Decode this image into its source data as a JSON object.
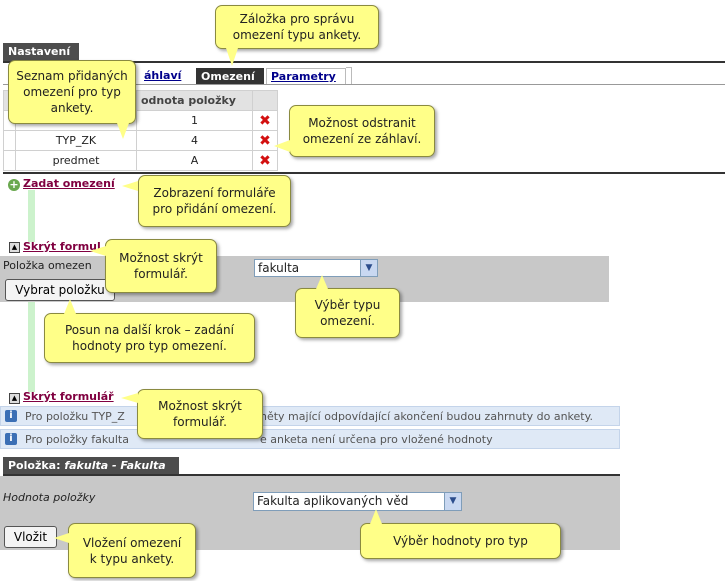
{
  "settings": {
    "header": "Nastavení",
    "tabs": [
      {
        "label": "Záhlaví",
        "visible_label": "áhlaví"
      },
      {
        "label": "Omezení"
      },
      {
        "label": "Parametry"
      }
    ],
    "table": {
      "column_value_header": "Hodnota položky",
      "column_value_header_visible": "odnota položky",
      "rows": [
        {
          "name": "",
          "value": "1"
        },
        {
          "name": "TYP_ZK",
          "value": "4"
        },
        {
          "name": "predmet",
          "value": "A"
        }
      ]
    },
    "add_link": "Zadat omezení"
  },
  "form1": {
    "hide_link": "Skrýt formulář",
    "hide_link_visible": "Skrýt formul",
    "field_label": "Položka omezení:",
    "field_label_visible": "Položka omezen",
    "select_value": "fakulta",
    "button": "Vybrat položku",
    "button_visible": "Vybrat položku"
  },
  "form2": {
    "hide_link": "Skrýt formulář",
    "info_rows": [
      {
        "left": "Pro položku TYP_Z",
        "right": "něty mající odpovídající akončení budou zahrnuty do ankety."
      },
      {
        "left": "Pro položky fakulta",
        "right": "e anketa není určena pro vložené hodnoty"
      }
    ],
    "section_header_prefix": "Položka:",
    "section_header_value": "fakulta - Fakulta",
    "field_label": "Hodnota položky",
    "select_value": "Fakulta aplikovaných věd",
    "button": "Vložit"
  },
  "callouts": {
    "tab_mgmt": "Záložka pro správu\nomezení typu ankety.",
    "list": "Seznam přidaných\nomezení pro typ\nankety.",
    "remove": "Možnost odstranit\nomezení ze záhlaví.",
    "show_form": "Zobrazení formuláře\npro přidání omezení.",
    "hide_form1": "Možnost skrýt\nformulář.",
    "type_select": "Výběr typu\nomezení.",
    "next_step": "Posun na další krok – zadání\nhodnoty pro typ omezení.",
    "hide_form2": "Možnost skrýt\nformulář.",
    "insert": "Vložení omezení\nk typu ankety.",
    "value_select": "Výběr hodnoty pro typ"
  },
  "colors": {
    "callout_bg": "#ffff88",
    "header_bg": "#4d4d4d",
    "remove_icon": "#d31010",
    "link_color": "#800040",
    "guide_line": "#ccf2cc"
  },
  "icons": [
    "remove-icon",
    "plus-circle-icon",
    "collapse-icon",
    "info-icon",
    "dropdown-arrow-icon"
  ]
}
